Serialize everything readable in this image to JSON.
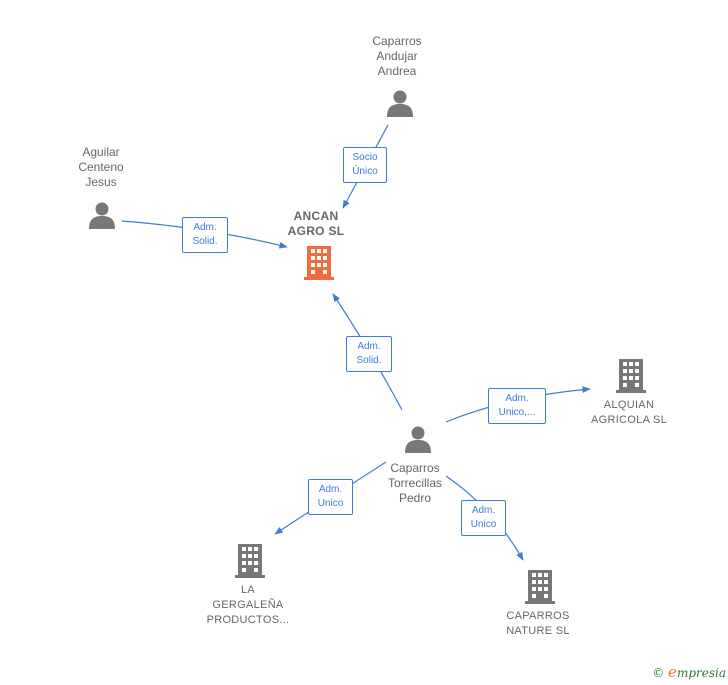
{
  "nodes": {
    "caparros_andujar": {
      "name": "Caparros\nAndujar\nAndrea",
      "kind": "person"
    },
    "aguilar": {
      "name": "Aguilar\nCenteno\nJesus",
      "kind": "person"
    },
    "ancan": {
      "name": "ANCAN\nAGRO  SL",
      "kind": "company-main"
    },
    "caparros_torrecillas": {
      "name": "Caparros\nTorrecillas\nPedro",
      "kind": "person"
    },
    "alquian": {
      "name": "ALQUIAN\nAGRICOLA  SL",
      "kind": "company"
    },
    "gergalena": {
      "name": "LA\nGERGALEÑA\nPRODUCTOS...",
      "kind": "company"
    },
    "caparros_nature": {
      "name": "CAPARROS\nNATURE SL",
      "kind": "company"
    }
  },
  "edges": {
    "socio_unico": {
      "label": "Socio\nÚnico"
    },
    "aguilar_adm": {
      "label": "Adm.\nSolid."
    },
    "pedro_ancan": {
      "label": "Adm.\nSolid."
    },
    "pedro_alquian": {
      "label": "Adm.\nUnico,..."
    },
    "pedro_gergalena": {
      "label": "Adm.\nUnico"
    },
    "pedro_nature": {
      "label": "Adm.\nUnico"
    }
  },
  "colors": {
    "edge": "#3b7dd8",
    "person_icon": "#777777",
    "company_icon": "#777777",
    "main_company_icon": "#f26a3d"
  },
  "icons": {
    "person": "person-icon",
    "company": "building-icon"
  },
  "brand": {
    "copyright": "©",
    "name": "mpresia",
    "initial": "e"
  }
}
